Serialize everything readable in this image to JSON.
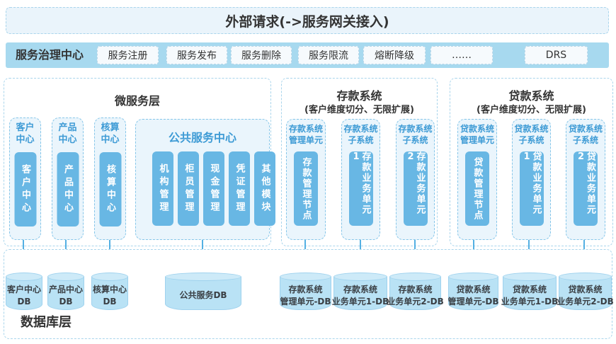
{
  "colors": {
    "accent_blue": "#54b0e3",
    "node_blue": "#68b7e4",
    "governance_bar_fill": "#a7d9ef",
    "unit_fill": "#eaf5fc",
    "db_fill": "#b9e2f5",
    "heading_text": "#333333",
    "blue_text": "#3e9bd5"
  },
  "top_bar": {
    "title": "外部请求(->服务网关接入)"
  },
  "governance": {
    "label": "服务治理中心",
    "buttons": [
      "服务注册",
      "服务发布",
      "服务删除",
      "服务限流",
      "熔断降级",
      "……",
      "DRS"
    ]
  },
  "panels": [
    {
      "title": "微服务层",
      "columns": [
        {
          "header_line1": "客户",
          "header_line2": "中心",
          "body": "客户中心"
        },
        {
          "header_line1": "产品",
          "header_line2": "中心",
          "body": "产品中心"
        },
        {
          "header_line1": "核算",
          "header_line2": "中心",
          "body": "核算中心"
        }
      ],
      "shared_group": {
        "title": "公共服务中心",
        "modules": [
          "机构管理",
          "柜员管理",
          "现金管理",
          "凭证管理",
          "其他模块"
        ]
      }
    },
    {
      "title": "存款系统",
      "subtitle": "(客户维度切分、无限扩展)",
      "columns": [
        {
          "header_line1": "存款系统",
          "header_line2": "管理单元",
          "body": "存款管理节点"
        },
        {
          "header_line1": "存款系统",
          "header_line2": "子系统",
          "body": "存款业务单元1"
        },
        {
          "header_line1": "存款系统",
          "header_line2": "子系统",
          "body": "存款业务单元2"
        }
      ]
    },
    {
      "title": "贷款系统",
      "subtitle": "(客户维度切分、无限扩展)",
      "columns": [
        {
          "header_line1": "贷款系统",
          "header_line2": "管理单元",
          "body": "贷款管理节点"
        },
        {
          "header_line1": "贷款系统",
          "header_line2": "子系统",
          "body": "贷款业务单元1"
        },
        {
          "header_line1": "贷款系统",
          "header_line2": "子系统",
          "body": "贷款业务单元2"
        }
      ]
    }
  ],
  "database_layer": {
    "label": "数据库层",
    "databases": [
      {
        "line1": "客户中心",
        "line2": "DB"
      },
      {
        "line1": "产品中心",
        "line2": "DB"
      },
      {
        "line1": "核算中心",
        "line2": "DB"
      },
      {
        "line1": "公共服务DB"
      },
      {
        "line1": "存款系统",
        "line2": "管理单元-DB"
      },
      {
        "line1": "存款系统",
        "line2": "业务单元1-DB"
      },
      {
        "line1": "存款系统",
        "line2": "业务单元2-DB"
      },
      {
        "line1": "贷款系统",
        "line2": "管理单元-DB"
      },
      {
        "line1": "贷款系统",
        "line2": "业务单元1-DB"
      },
      {
        "line1": "贷款系统",
        "line2": "业务单元2-DB"
      }
    ]
  }
}
